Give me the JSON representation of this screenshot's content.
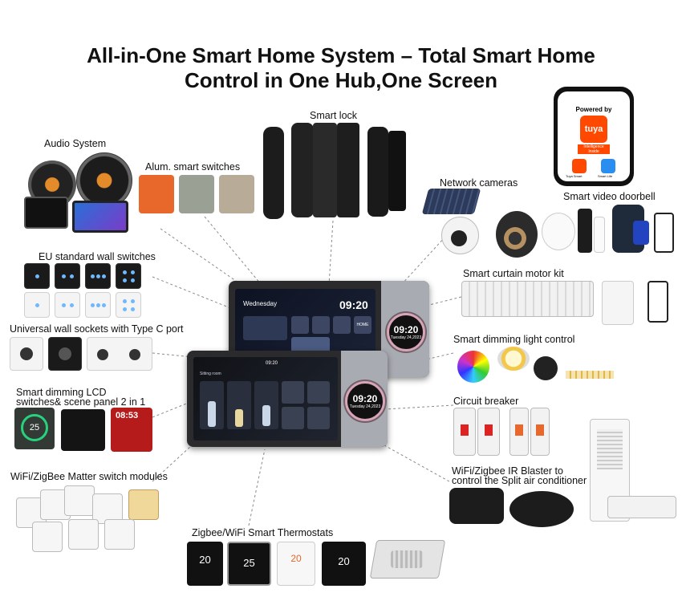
{
  "title": {
    "line1": "All-in-One Smart Home System – Total Smart Home",
    "line2": "Control in One Hub,One Screen"
  },
  "labels": {
    "audio": "Audio System",
    "alum": "Alum. smart switches",
    "lock": "Smart lock",
    "cameras": "Network cameras",
    "doorbell": "Smart video doorbell",
    "eu": "EU standard wall switches",
    "sockets": "Universal wall sockets with Type C port",
    "lcd1": "Smart dimming LCD",
    "lcd2": "switches& scene panel 2 in  1",
    "matter": "WiFi/ZigBee Matter switch modules",
    "thermostat": "Zigbee/WiFi Smart Thermostats",
    "curtain": "Smart curtain motor kit",
    "dimming": "Smart dimming light control",
    "breaker": "Circuit breaker",
    "ir1": "WiFi/Zigbee IR Blaster to",
    "ir2": "control the Split air conditioner"
  },
  "phone": {
    "powered": "Powered by",
    "brand": "tuya",
    "inside1": "Intelligence",
    "inside2": "Inside",
    "app1": "Tuya Smart",
    "app2": "Smart Life"
  },
  "hub_back": {
    "greeting": "Wednesday",
    "time": "09:20",
    "knob_time": "09:20",
    "knob_date": "Tuesday 24,2023",
    "home": "HOME"
  },
  "hub_front": {
    "room": "Sitting room",
    "time": "09:20",
    "knob_time": "09:20",
    "knob_date": "Tuesday 24,2023"
  },
  "lcd_panel": {
    "temp": "25",
    "clock": "08:53"
  },
  "thermostats": {
    "t1": "20",
    "t2": "25",
    "t3": "20",
    "t4": "20"
  },
  "colors": {
    "orange": "#e8672b",
    "tuya": "#ff4800",
    "knob_ring": "#d7a4b8"
  }
}
